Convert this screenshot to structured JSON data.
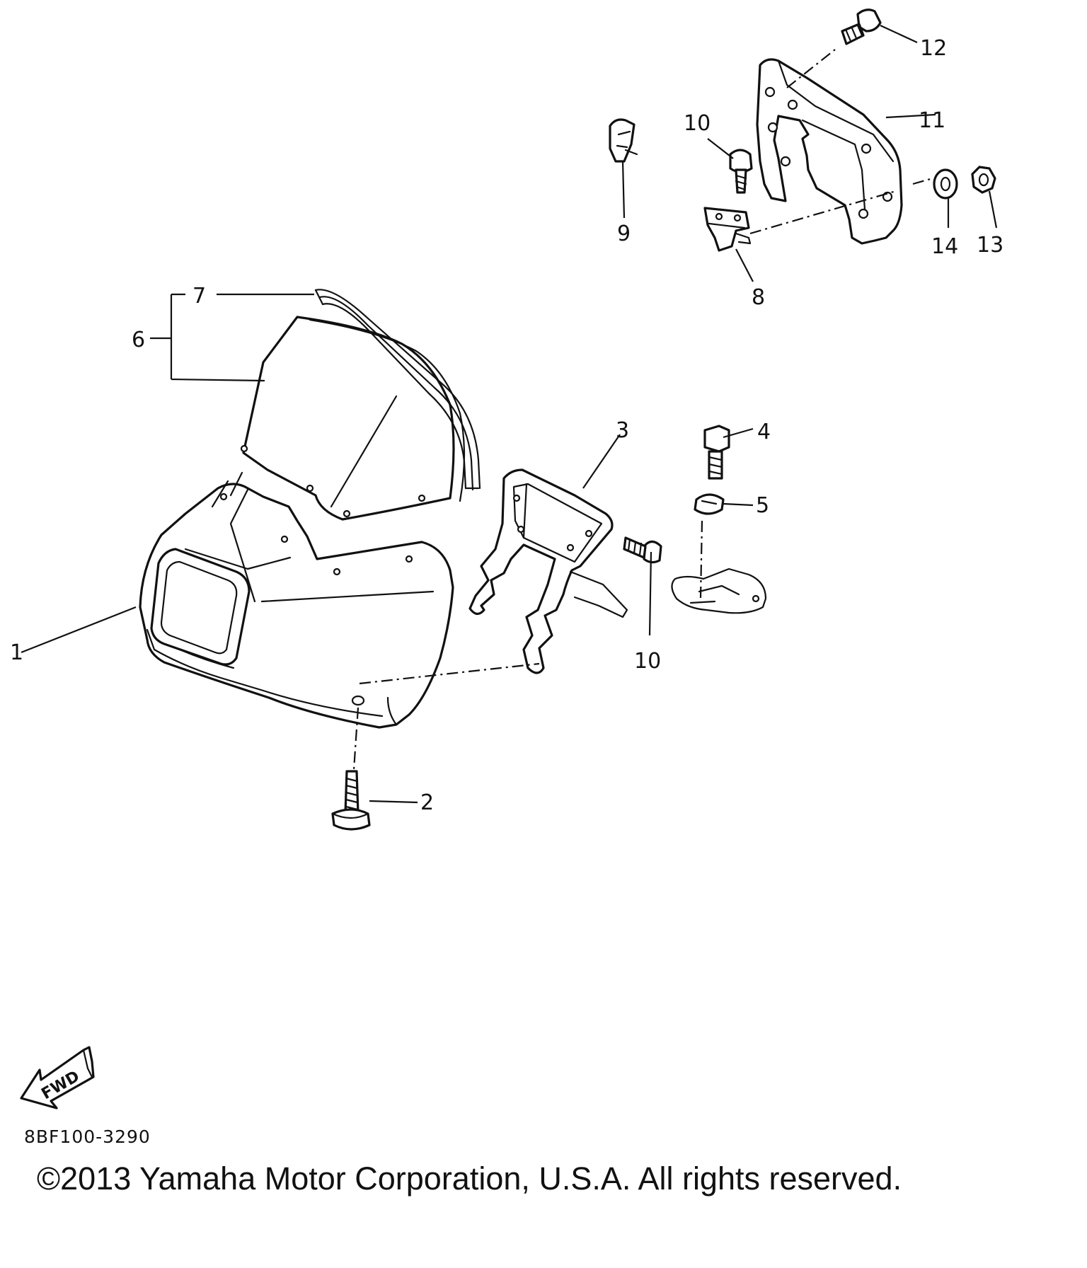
{
  "callouts": {
    "c1": "1",
    "c2": "2",
    "c3": "3",
    "c4": "4",
    "c5": "5",
    "c6": "6",
    "c7": "7",
    "c8": "8",
    "c9": "9",
    "c10a": "10",
    "c10b": "10",
    "c11": "11",
    "c12": "12",
    "c13": "13",
    "c14": "14"
  },
  "fwd_label": "FWD",
  "diagram_code": "8BF100-3290",
  "copyright": "©2013 Yamaha Motor Corporation, U.S.A. All rights reserved."
}
